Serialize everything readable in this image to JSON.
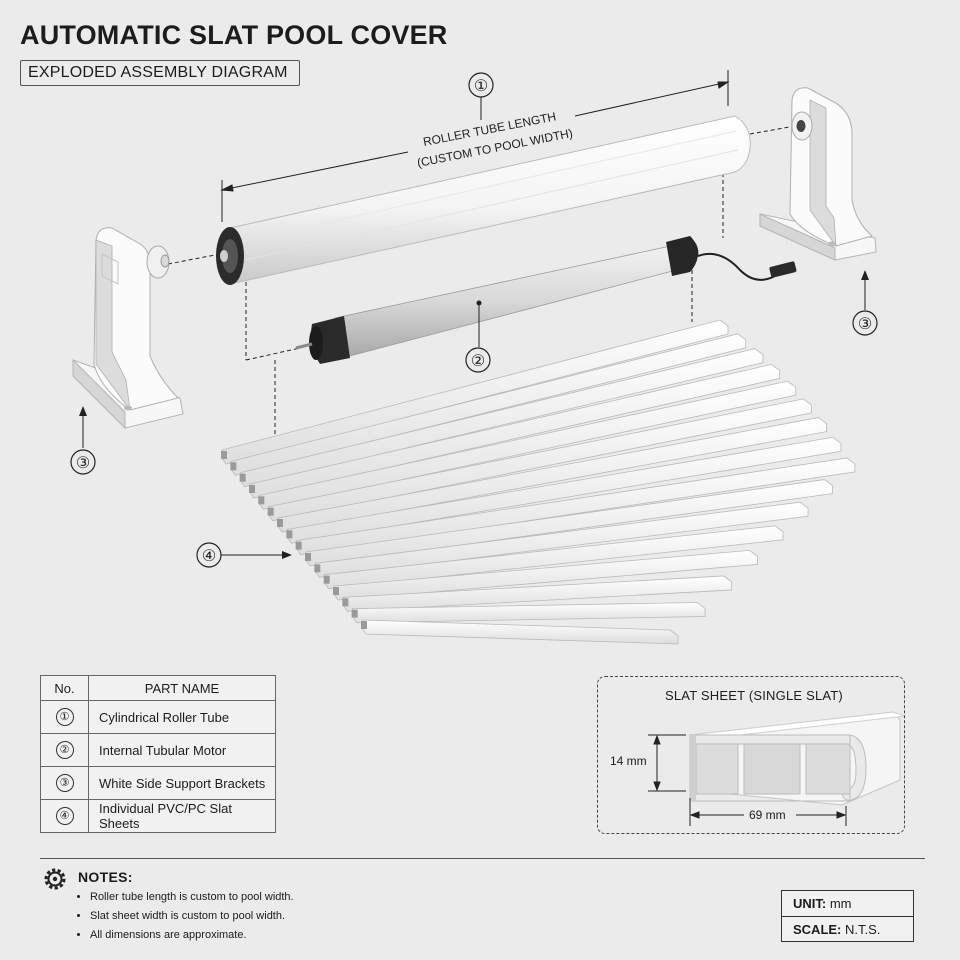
{
  "header": {
    "title": "AUTOMATIC SLAT POOL COVER",
    "subtitle": "EXPLODED ASSEMBLY DIAGRAM"
  },
  "diagram": {
    "roller_dimension_line1": "ROLLER TUBE LENGTH",
    "roller_dimension_line2": "(CUSTOM TO POOL WIDTH)",
    "callouts": [
      "①",
      "②",
      "③",
      "④"
    ]
  },
  "parts_table": {
    "headers": [
      "No.",
      "PART NAME"
    ],
    "rows": [
      {
        "no": "①",
        "name": "Cylindrical Roller Tube"
      },
      {
        "no": "②",
        "name": "Internal Tubular Motor"
      },
      {
        "no": "③",
        "name": "White Side Support Brackets"
      },
      {
        "no": "④",
        "name": "Individual PVC/PC Slat Sheets"
      }
    ]
  },
  "detail": {
    "title": "SLAT SHEET (SINGLE SLAT)",
    "height_dim": "14 mm",
    "width_dim": "69 mm"
  },
  "notes": {
    "title": "NOTES:",
    "items": [
      "Roller tube length is custom to pool width.",
      "Slat sheet width is custom to pool width.",
      "All dimensions are approximate."
    ]
  },
  "unit_box": {
    "unit_label": "UNIT:",
    "unit_value": "mm",
    "scale_label": "SCALE:",
    "scale_value": "N.T.S."
  }
}
